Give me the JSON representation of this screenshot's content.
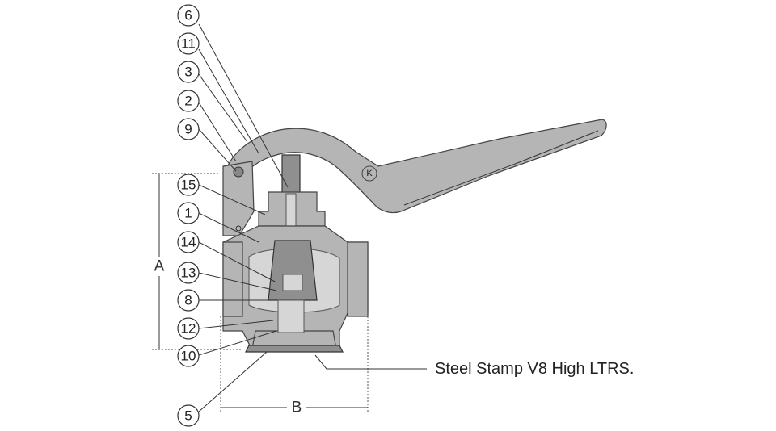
{
  "diagram": {
    "callouts": [
      {
        "id": "c6",
        "label": "6"
      },
      {
        "id": "c11",
        "label": "11"
      },
      {
        "id": "c3",
        "label": "3"
      },
      {
        "id": "c2",
        "label": "2"
      },
      {
        "id": "c9",
        "label": "9"
      },
      {
        "id": "c15",
        "label": "15"
      },
      {
        "id": "c1",
        "label": "1"
      },
      {
        "id": "c14",
        "label": "14"
      },
      {
        "id": "c13",
        "label": "13"
      },
      {
        "id": "c8",
        "label": "8"
      },
      {
        "id": "c12",
        "label": "12"
      },
      {
        "id": "c10",
        "label": "10"
      },
      {
        "id": "c5",
        "label": "5"
      }
    ],
    "dimension_a": "A",
    "dimension_b": "B",
    "handle_mark": "K",
    "note": "Steel Stamp V8 High LTRS."
  }
}
